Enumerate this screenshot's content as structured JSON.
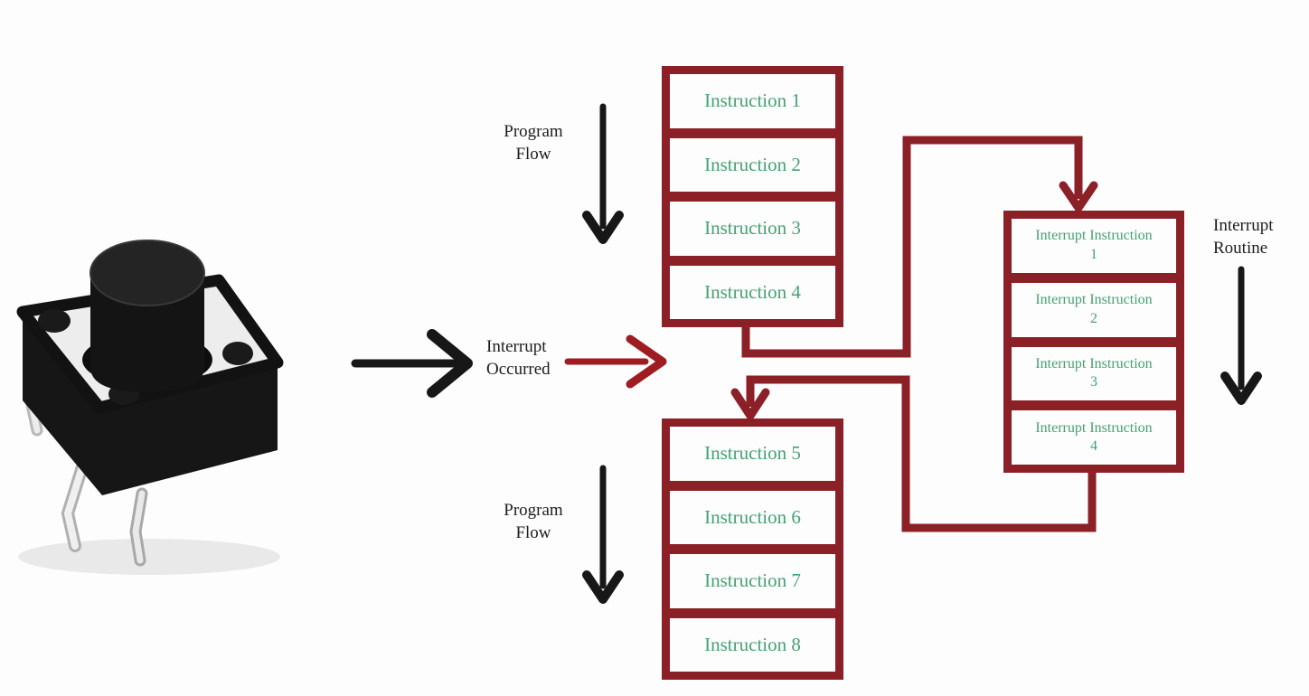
{
  "colors": {
    "bg": "#fdfdfd",
    "cell-bg": "#fdfdfd",
    "maroon": "#8b2027",
    "arrow-red": "#a01c23",
    "arrow-black": "#171717",
    "green": "#44a173",
    "label": "#1d1d1d"
  },
  "labels": {
    "program_flow_top": "Program Flow",
    "program_flow_bottom": "Program Flow",
    "interrupt_occurred": "Interrupt Occurred",
    "interrupt_routine": "Interrupt Routine"
  },
  "main_top": {
    "instructions": [
      "Instruction 1",
      "Instruction 2",
      "Instruction 3",
      "Instruction 4"
    ]
  },
  "main_bottom": {
    "instructions": [
      "Instruction 5",
      "Instruction 6",
      "Instruction 7",
      "Instruction 8"
    ]
  },
  "interrupt_box": {
    "instructions": [
      "Interrupt Instruction 1",
      "Interrupt Instruction 2",
      "Interrupt Instruction 3",
      "Interrupt Instruction 4"
    ]
  },
  "photo": {
    "subject": "black tactile push button switch"
  }
}
